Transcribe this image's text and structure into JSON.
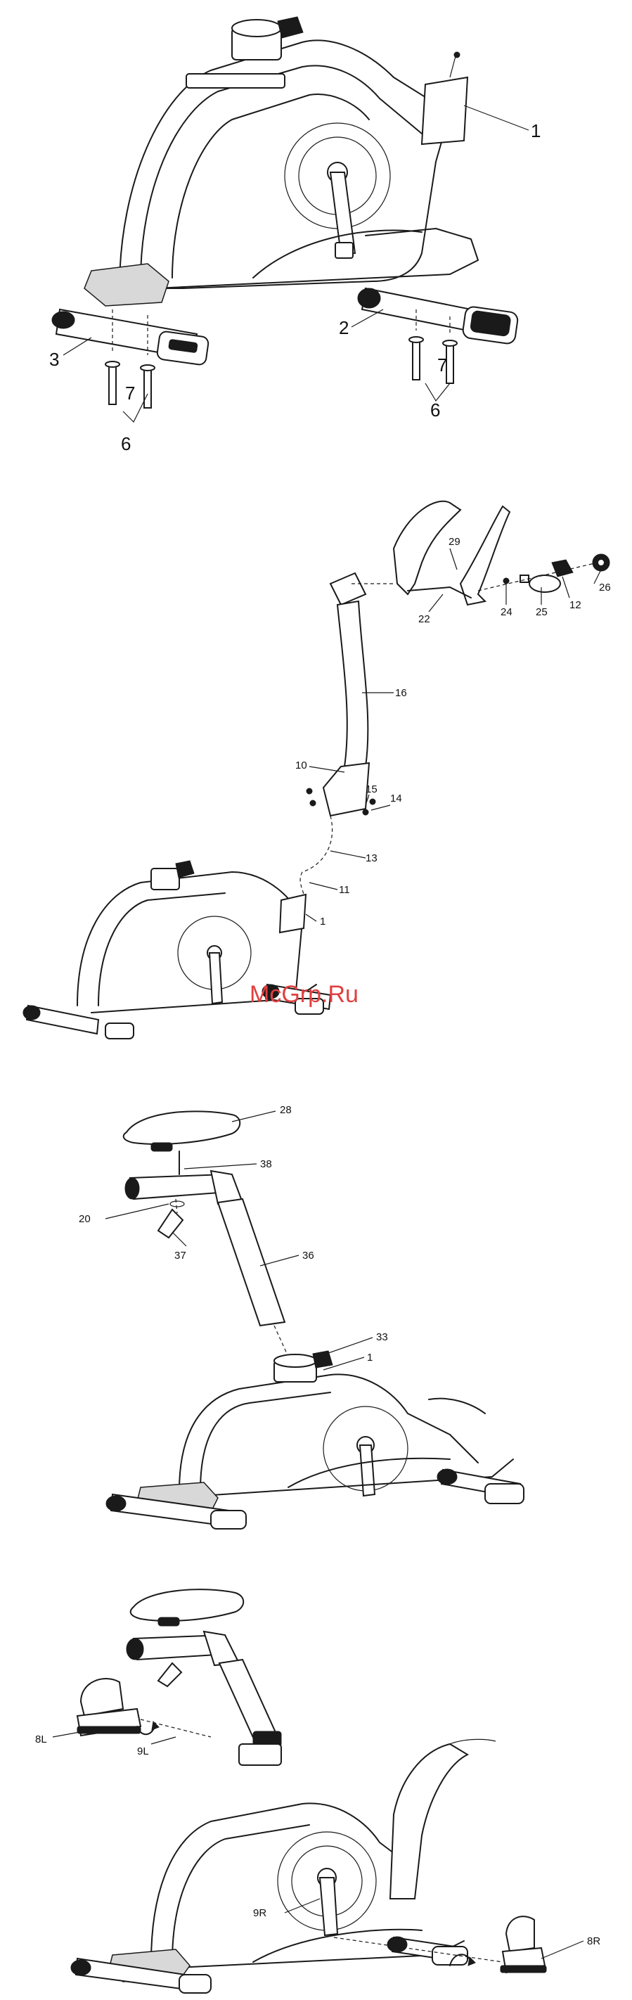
{
  "watermark": "McGrp.Ru",
  "steps": [
    {
      "id": "step1",
      "callouts": [
        {
          "key": "c1",
          "text": "1"
        },
        {
          "key": "c2",
          "text": "2"
        },
        {
          "key": "c3",
          "text": "3"
        },
        {
          "key": "c7a",
          "text": "7"
        },
        {
          "key": "c7b",
          "text": "7"
        },
        {
          "key": "c6a",
          "text": "6"
        },
        {
          "key": "c6b",
          "text": "6"
        }
      ]
    },
    {
      "id": "step2",
      "callouts": [
        {
          "key": "c29",
          "text": "29"
        },
        {
          "key": "c22",
          "text": "22"
        },
        {
          "key": "c24",
          "text": "24"
        },
        {
          "key": "c25",
          "text": "25"
        },
        {
          "key": "c12",
          "text": "12"
        },
        {
          "key": "c26",
          "text": "26"
        },
        {
          "key": "c16",
          "text": "16"
        },
        {
          "key": "c10",
          "text": "10"
        },
        {
          "key": "c15",
          "text": "15"
        },
        {
          "key": "c14",
          "text": "14"
        },
        {
          "key": "c13",
          "text": "13"
        },
        {
          "key": "c11",
          "text": "11"
        },
        {
          "key": "c1",
          "text": "1"
        }
      ]
    },
    {
      "id": "step3",
      "callouts": [
        {
          "key": "c28",
          "text": "28"
        },
        {
          "key": "c38",
          "text": "38"
        },
        {
          "key": "c20",
          "text": "20"
        },
        {
          "key": "c37",
          "text": "37"
        },
        {
          "key": "c36",
          "text": "36"
        },
        {
          "key": "c33",
          "text": "33"
        },
        {
          "key": "c1",
          "text": "1"
        }
      ]
    },
    {
      "id": "step4",
      "callouts": [
        {
          "key": "c8L",
          "text": "8L"
        },
        {
          "key": "c9L",
          "text": "9L"
        },
        {
          "key": "c9R",
          "text": "9R"
        },
        {
          "key": "c8R",
          "text": "8R"
        }
      ]
    }
  ]
}
